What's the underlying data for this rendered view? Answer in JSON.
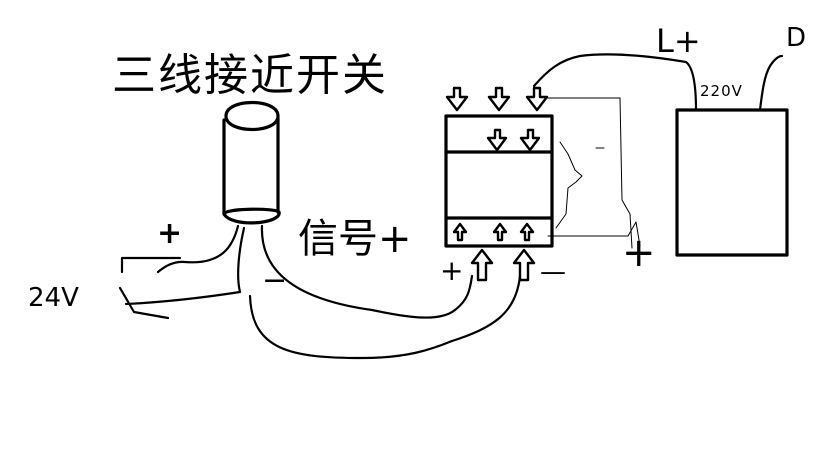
{
  "title": "三线接近开关",
  "labels": {
    "plus_top": "+",
    "voltage_24v": "24V",
    "minus": "−",
    "signal": "信号+",
    "plus_relay_left": "+",
    "minus_relay_right": "—",
    "l_plus": "L+",
    "d": "D",
    "ac_220v": "220V",
    "plus_four": "+"
  },
  "colors": {
    "ink": "#000000",
    "background": "#ffffff"
  }
}
